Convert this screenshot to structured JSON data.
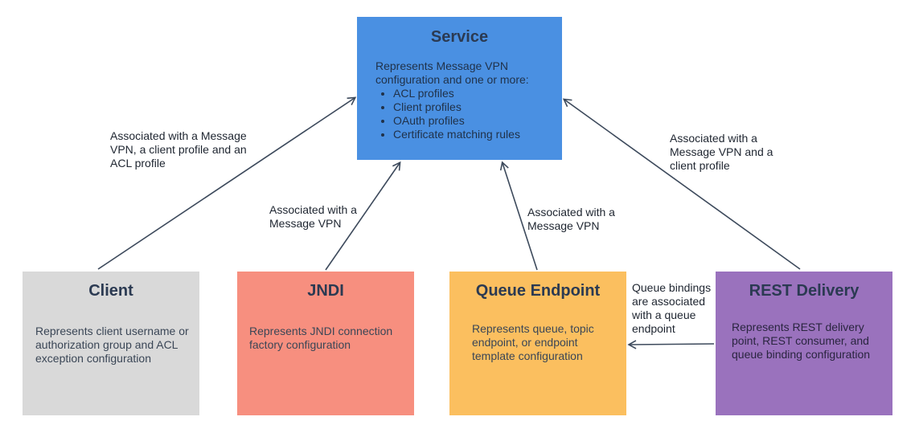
{
  "service": {
    "title": "Service",
    "description": "Represents Message VPN configuration and one or more:",
    "items": [
      "ACL profiles",
      "Client profiles",
      "OAuth profiles",
      "Certificate matching rules"
    ],
    "color": "#4a90e2"
  },
  "client": {
    "title": "Client",
    "description": "Represents client username or authorization group and ACL exception configuration",
    "color": "#d9d9d9"
  },
  "jndi": {
    "title": "JNDI",
    "description": "Represents JNDI connection factory configuration",
    "color": "#f78f7f"
  },
  "queue": {
    "title": "Queue Endpoint",
    "description": "Represents queue, topic endpoint, or endpoint template configuration",
    "color": "#fbbf5f"
  },
  "rest": {
    "title": "REST Delivery",
    "description": "Represents REST delivery point, REST consumer, and queue binding configuration",
    "color": "#9a72bd"
  },
  "labels": {
    "client_to_service": "Associated with a Message VPN, a client profile and an ACL profile",
    "jndi_to_service": "Associated with a Message VPN",
    "queue_to_service": "Associated with a Message VPN",
    "rest_to_service": "Associated with a Message VPN and a client profile",
    "rest_to_queue": "Queue bindings are associated with a queue endpoint"
  },
  "arrow_color": "#3d4a5c"
}
